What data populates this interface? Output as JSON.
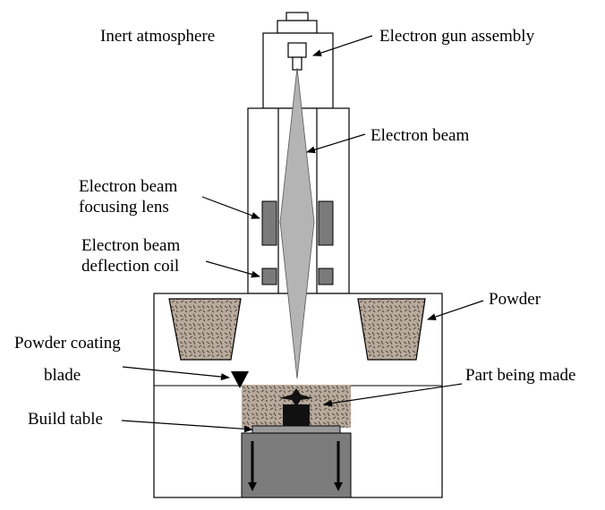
{
  "labels": {
    "inert_atmosphere": "Inert atmosphere",
    "electron_gun_assembly": "Electron gun assembly",
    "electron_beam": "Electron beam",
    "focusing_lens_line1": "Electron beam",
    "focusing_lens_line2": "focusing lens",
    "deflection_coil_line1": "Electron beam",
    "deflection_coil_line2": "deflection coil",
    "powder": "Powder",
    "powder_coating_line1": "Powder coating",
    "powder_coating_line2": "blade",
    "part_being_made": "Part being made",
    "build_table": "Build table"
  },
  "colors": {
    "outline": "#000000",
    "beam": "#b4b4b4",
    "coil": "#7a7a7a",
    "powder": "#b8aa9c",
    "build_cylinder": "#7c7c7c",
    "part": "#111111"
  }
}
